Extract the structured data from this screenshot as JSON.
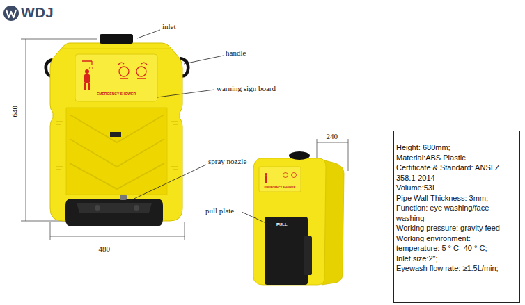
{
  "diagram": {
    "nodes": [
      {
        "text": [
          "Height: 680mm;",
          "Material:ABS Plastic",
          "Certificate & Standard: ANSI Z 358.1-2014",
          "Volume:53L",
          "Pipe Wall Thickness: 3mm;",
          "Function: eye washing/face washing",
          "Working pressure: gravity feed",
          "Working environment:",
          "temperature: 5 ° C -40 ° C;",
          "Inlet size:2\";",
          "Eyewash flow rate: ≥1.5L/min;"
        ]
      }
    ],
    "labels": [
      "WDJ",
      "inlet",
      "handle",
      "warning sign board",
      "EMERGENCY SHOWER",
      "spray nozzle",
      "640",
      "480",
      "240",
      "EMERGENCY SHOWER",
      "pull plate",
      "PULL"
    ]
  }
}
